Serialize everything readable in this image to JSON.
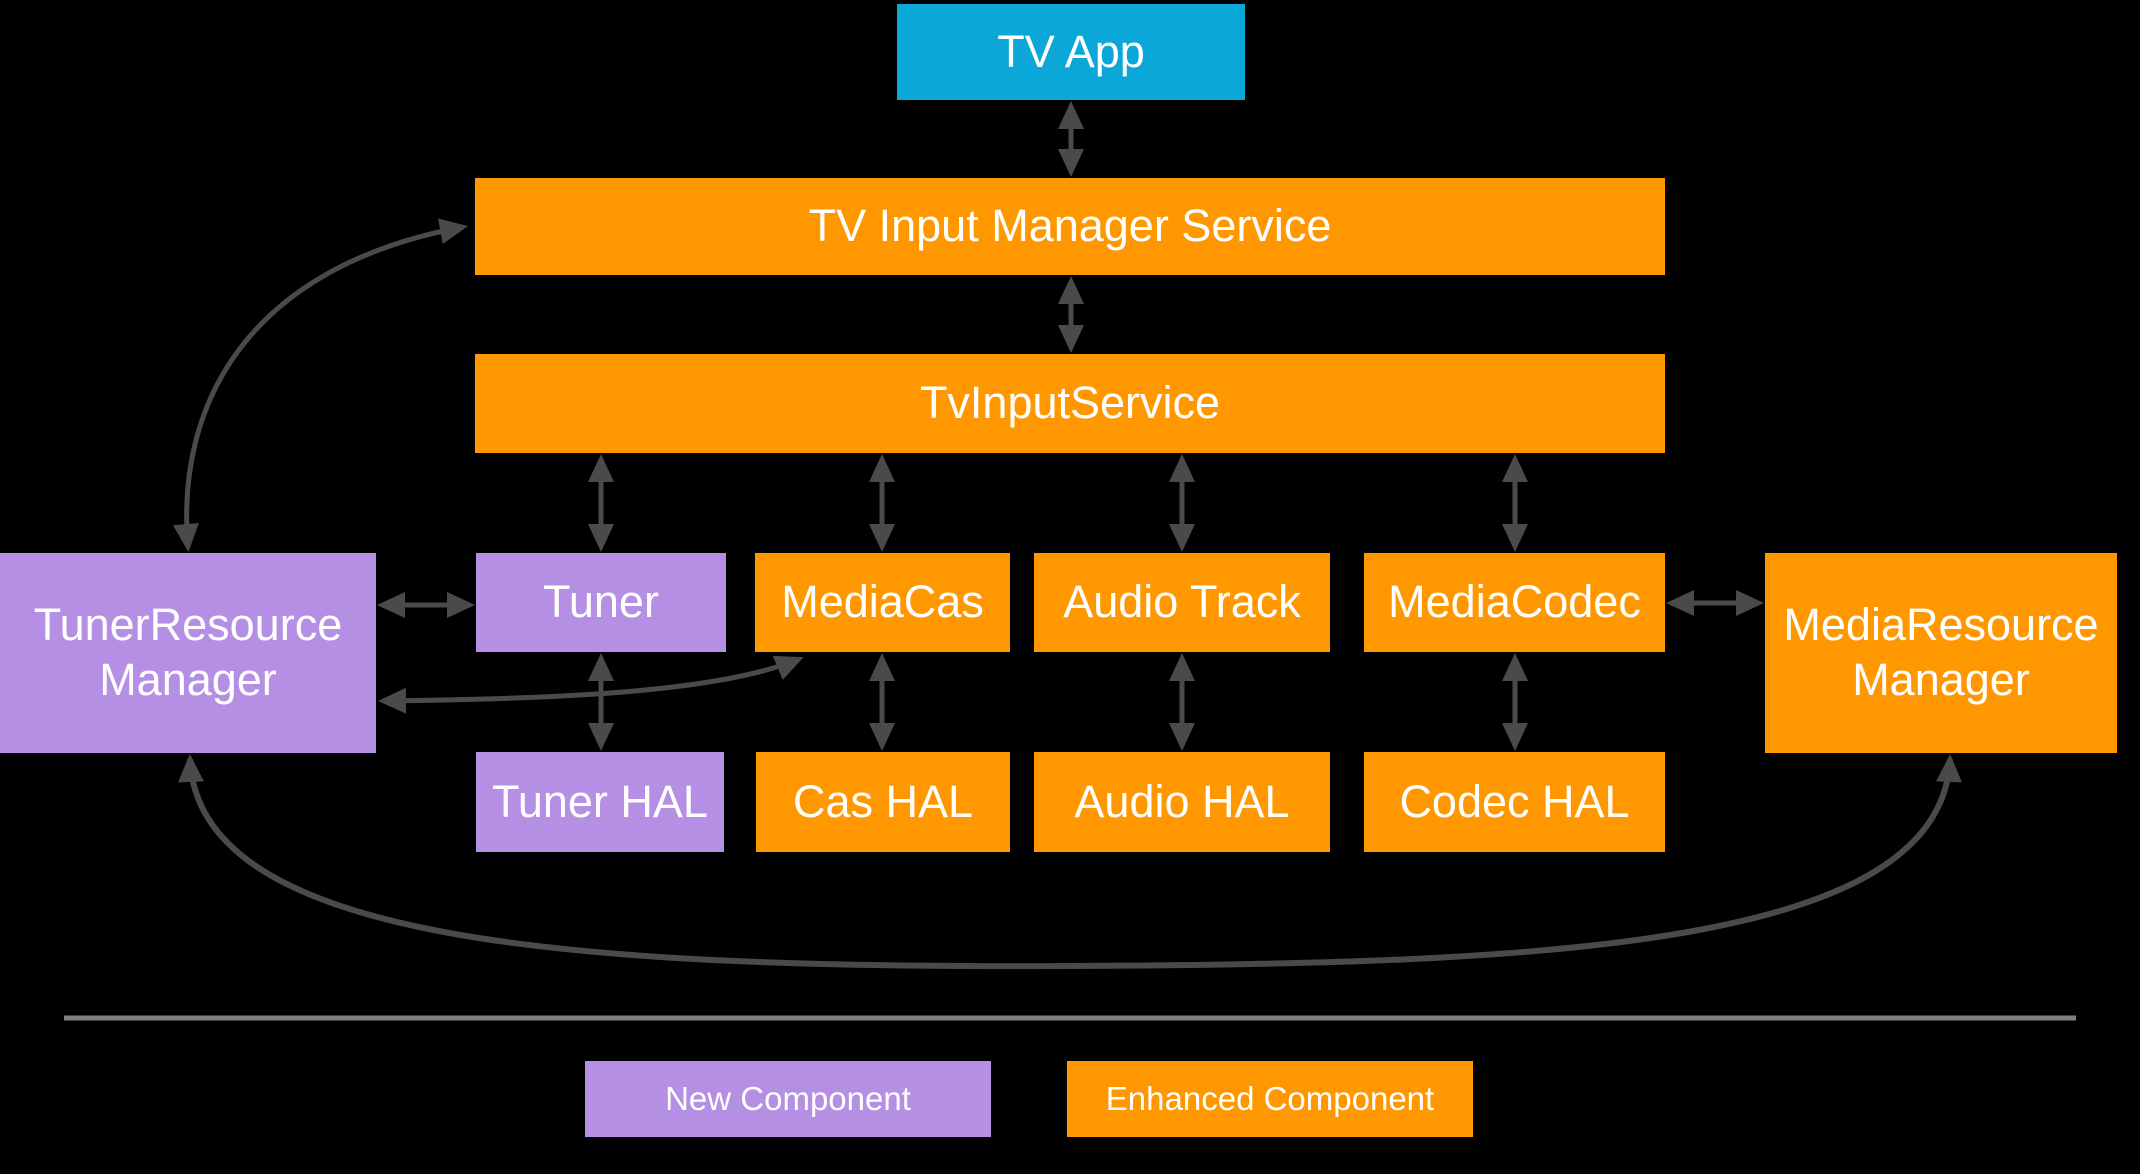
{
  "colors": {
    "background": "#000000",
    "app_box": "#0AA7D8",
    "new_component": "#B48FE3",
    "enhanced_component": "#FF9800",
    "arrow": "#4A4A4D",
    "divider": "#7F7F7F",
    "text": "#FFFFFF"
  },
  "nodes": {
    "tv_app": {
      "label": "TV App",
      "kind": "app"
    },
    "tv_input_manager_service": {
      "label": "TV Input Manager Service",
      "kind": "enhanced"
    },
    "tv_input_service": {
      "label": "TvInputService",
      "kind": "enhanced"
    },
    "tuner": {
      "label": "Tuner",
      "kind": "new"
    },
    "media_cas": {
      "label": "MediaCas",
      "kind": "enhanced"
    },
    "audio_track": {
      "label": "Audio Track",
      "kind": "enhanced"
    },
    "media_codec": {
      "label": "MediaCodec",
      "kind": "enhanced"
    },
    "tuner_resource_manager": {
      "label": "TunerResource Manager",
      "kind": "new"
    },
    "media_resource_manager": {
      "label": "MediaResource Manager",
      "kind": "enhanced"
    },
    "tuner_hal": {
      "label": "Tuner HAL",
      "kind": "new"
    },
    "cas_hal": {
      "label": "Cas HAL",
      "kind": "enhanced"
    },
    "audio_hal": {
      "label": "Audio HAL",
      "kind": "enhanced"
    },
    "codec_hal": {
      "label": "Codec HAL",
      "kind": "enhanced"
    }
  },
  "edges": [
    {
      "from": "tv_app",
      "to": "tv_input_manager_service",
      "style": "bidirectional-straight"
    },
    {
      "from": "tv_input_manager_service",
      "to": "tv_input_service",
      "style": "bidirectional-straight"
    },
    {
      "from": "tv_input_service",
      "to": "tuner",
      "style": "bidirectional-straight"
    },
    {
      "from": "tv_input_service",
      "to": "media_cas",
      "style": "bidirectional-straight"
    },
    {
      "from": "tv_input_service",
      "to": "audio_track",
      "style": "bidirectional-straight"
    },
    {
      "from": "tv_input_service",
      "to": "media_codec",
      "style": "bidirectional-straight"
    },
    {
      "from": "tuner",
      "to": "tuner_hal",
      "style": "bidirectional-straight"
    },
    {
      "from": "media_cas",
      "to": "cas_hal",
      "style": "bidirectional-straight"
    },
    {
      "from": "audio_track",
      "to": "audio_hal",
      "style": "bidirectional-straight"
    },
    {
      "from": "media_codec",
      "to": "codec_hal",
      "style": "bidirectional-straight"
    },
    {
      "from": "tuner_resource_manager",
      "to": "tuner",
      "style": "bidirectional-straight"
    },
    {
      "from": "media_codec",
      "to": "media_resource_manager",
      "style": "bidirectional-straight"
    },
    {
      "from": "tuner_resource_manager",
      "to": "tv_input_manager_service",
      "style": "bidirectional-curve"
    },
    {
      "from": "tuner_resource_manager",
      "to": "media_cas",
      "style": "bidirectional-curve"
    },
    {
      "from": "tuner_resource_manager",
      "to": "media_resource_manager",
      "style": "bidirectional-curve"
    }
  ],
  "legend": {
    "new_label": "New Component",
    "enhanced_label": "Enhanced Component"
  }
}
